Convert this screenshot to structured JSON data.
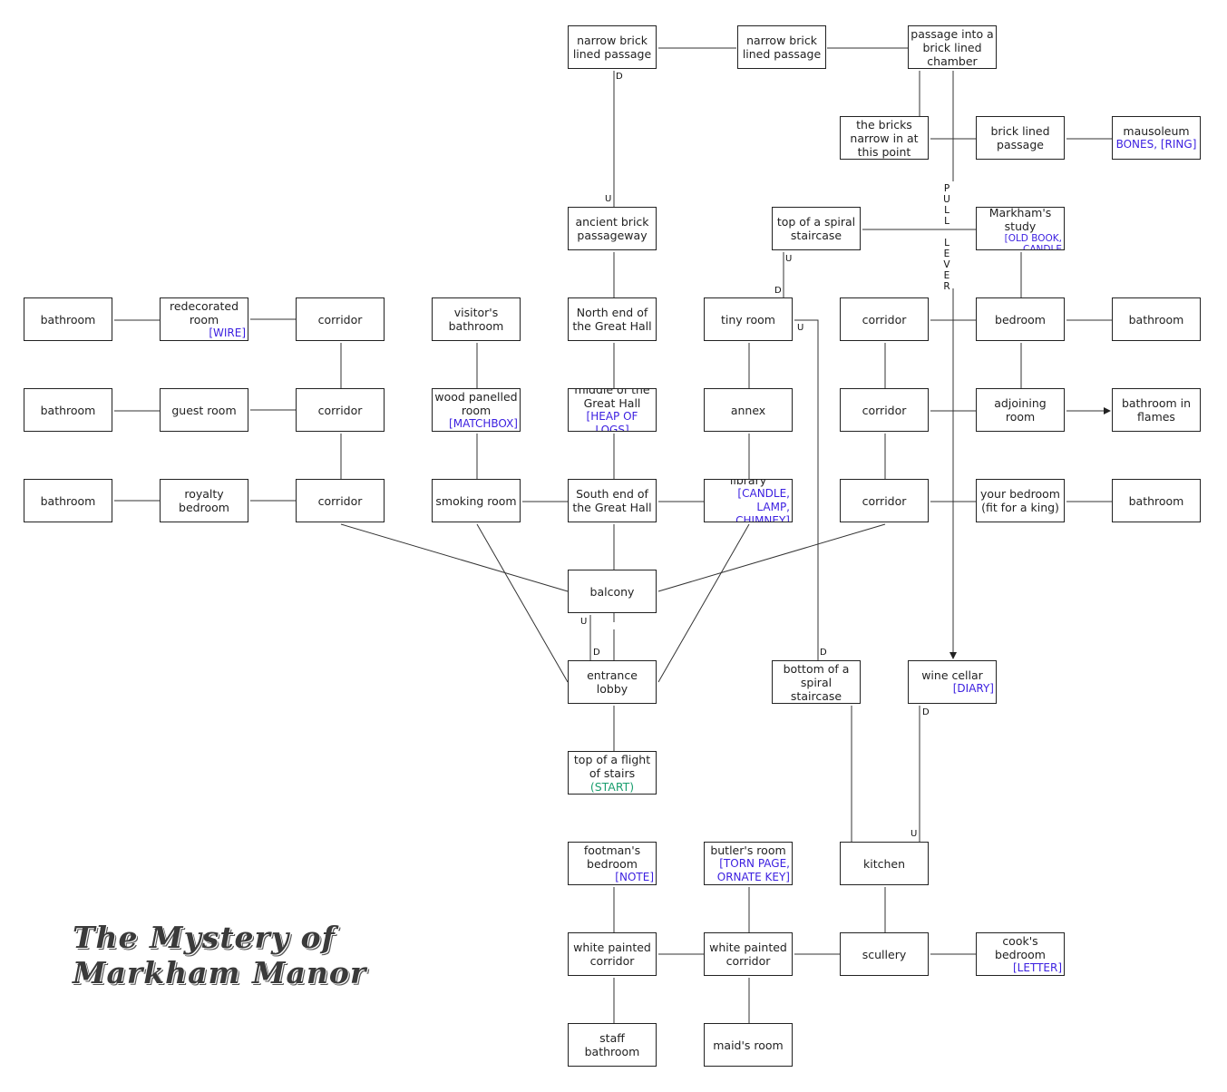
{
  "title": "The Mystery of Markham Manor",
  "colors": {
    "item": "#3b1fe0",
    "start": "#1a9e6e",
    "line": "#333333"
  },
  "rooms": {
    "narrow_passage_1": {
      "name": "narrow brick lined passage"
    },
    "narrow_passage_2": {
      "name": "narrow brick lined passage"
    },
    "passage_chamber": {
      "name": "passage into a brick lined chamber"
    },
    "bricks_narrow": {
      "name": "the bricks narrow in at this point"
    },
    "brick_passage": {
      "name": "brick lined passage"
    },
    "mausoleum": {
      "name": "mausoleum",
      "items": "BONES, [RING]"
    },
    "ancient_passage": {
      "name": "ancient brick passageway"
    },
    "spiral_top": {
      "name": "top of a spiral staircase"
    },
    "study": {
      "name": "Lord Markham's study",
      "items": "[OLD BOOK, CANDLE HOLDER]"
    },
    "bath_w1": {
      "name": "bathroom"
    },
    "redecorated": {
      "name": "redecorated room",
      "items": "[WIRE]"
    },
    "corridor_w1": {
      "name": "corridor"
    },
    "visitors_bath": {
      "name": "visitor's bathroom"
    },
    "hall_north": {
      "name": "North end of the Great Hall"
    },
    "tiny_room": {
      "name": "tiny room"
    },
    "corridor_e1": {
      "name": "corridor"
    },
    "bedroom": {
      "name": "bedroom"
    },
    "bath_e1": {
      "name": "bathroom"
    },
    "bath_w2": {
      "name": "bathroom"
    },
    "guest_room": {
      "name": "guest room"
    },
    "corridor_w2": {
      "name": "corridor"
    },
    "wood_panelled": {
      "name": "wood panelled room",
      "items": "[MATCHBOX]"
    },
    "hall_middle": {
      "name": "middle of the Great Hall",
      "items": "[HEAP OF LOGS]"
    },
    "annex": {
      "name": "annex"
    },
    "corridor_e2": {
      "name": "corridor"
    },
    "adjoining": {
      "name": "adjoining room"
    },
    "bath_flames": {
      "name": "bathroom in flames"
    },
    "bath_w3": {
      "name": "bathroom"
    },
    "royalty_bedroom": {
      "name": "royalty bedroom"
    },
    "corridor_w3": {
      "name": "corridor"
    },
    "smoking_room": {
      "name": "smoking room"
    },
    "hall_south": {
      "name": "South end of the Great Hall"
    },
    "library": {
      "name": "library",
      "items": "[CANDLE, LAMP, CHIMNEY]"
    },
    "corridor_e3": {
      "name": "corridor"
    },
    "your_bedroom": {
      "name": "your bedroom (fit for a king)"
    },
    "bath_e3": {
      "name": "bathroom"
    },
    "balcony": {
      "name": "balcony"
    },
    "entrance_lobby": {
      "name": "entrance lobby"
    },
    "spiral_bottom": {
      "name": "bottom of a spiral staircase"
    },
    "wine_cellar": {
      "name": "wine cellar",
      "items": "[DIARY]"
    },
    "stairs_top": {
      "name": "top of a flight of stairs",
      "start": "(START)"
    },
    "footmans_bedroom": {
      "name": "footman's bedroom",
      "items": "[NOTE]"
    },
    "butlers_room": {
      "name": "butler's room",
      "items": "[TORN PAGE, ORNATE KEY]"
    },
    "kitchen": {
      "name": "kitchen"
    },
    "white_corridor_1": {
      "name": "white painted corridor"
    },
    "white_corridor_2": {
      "name": "white painted corridor"
    },
    "scullery": {
      "name": "scullery"
    },
    "cooks_bedroom": {
      "name": "cook's bedroom",
      "items": "[LETTER]"
    },
    "staff_bathroom": {
      "name": "staff bathroom"
    },
    "maids_room": {
      "name": "maid's room"
    }
  },
  "labels": {
    "d1": "D",
    "u1": "U",
    "u2": "U",
    "d2": "D",
    "u3": "U",
    "u4": "U",
    "d3": "D",
    "d4": "D",
    "d5": "D",
    "u5": "U"
  },
  "pull_lever": "PULL LEVER"
}
